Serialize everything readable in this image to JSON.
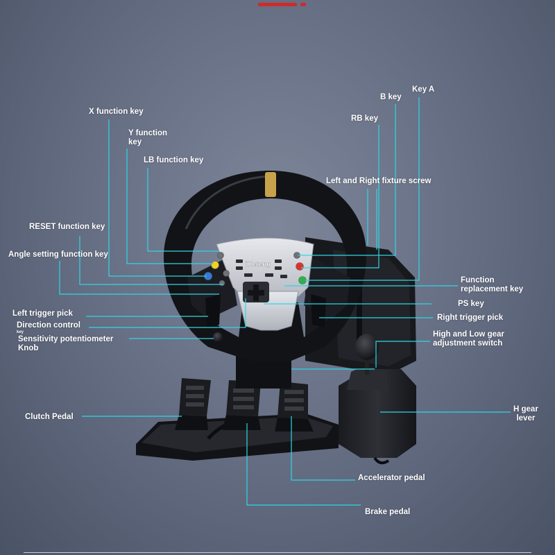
{
  "brand": "iKeteng",
  "colors": {
    "background": "#656e83",
    "leader_line": "#2fd6e6",
    "accent_bar": "#d02a2a",
    "wheel_body": "#141416",
    "panel": "#cfd2d8",
    "button_yellow": "#f3d21b",
    "button_blue": "#2f7be0",
    "button_red": "#e0302b",
    "button_green": "#29b34a"
  },
  "labels": {
    "x_function_key": "X function key",
    "y_function_key_1": "Y function",
    "y_function_key_2": "key",
    "lb_function_key": "LB function key",
    "reset_function_key": "RESET function key",
    "angle_setting_key": "Angle setting function key",
    "left_trigger_pick": "Left trigger pick",
    "direction_control_1": "Direction control",
    "direction_control_2": "key",
    "sensitivity_knob_1": "Sensitivity potentiometer",
    "sensitivity_knob_2": "Knob",
    "clutch_pedal": "Clutch Pedal",
    "b_key": "B key",
    "key_a": "Key A",
    "rb_key": "RB key",
    "fixture_screw": "Left and Right fixture screw",
    "function_replacement_1": "Function",
    "function_replacement_2": "replacement key",
    "ps_key": "PS key",
    "right_trigger_pick": "Right trigger pick",
    "gear_switch_1": "High and Low gear",
    "gear_switch_2": "adjustment switch",
    "h_gear_1": "H gear",
    "h_gear_2": "lever",
    "accelerator_pedal": "Accelerator pedal",
    "brake_pedal": "Brake pedal"
  }
}
